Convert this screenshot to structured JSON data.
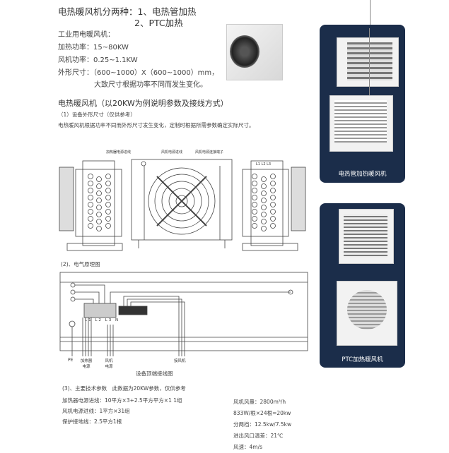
{
  "intro": {
    "title_line1": "电热暖风机分两种：1、电热管加热",
    "title_line2": "2、PTC加热",
    "industrial": "工业用电暖风机：",
    "heat_power": "加热功率：15~80KW",
    "fan_power": "风机功率：0.25~1.1KW",
    "size": "外形尺寸：（600~1000）X（600~1000）mm，",
    "size_note": "大致尺寸根据功率不同而发生变化。"
  },
  "section": {
    "title": "电热暖风机（以20KW为例说明参数及接线方式）",
    "sub1": "（1）设备外形尺寸（仅供参考）",
    "sub1_note": "电热暖风机根据功率不同而外形尺寸发生变化，定制时根据所需参数确定实际尺寸。",
    "label_heater_in": "加热器电源进线",
    "label_fan_in": "风机电源进线",
    "label_fan_terminal": "风机电源连接端子",
    "terminals_right": "L1 L2 L3",
    "sub2": "(2)、电气原理图"
  },
  "wiring": {
    "terminals": [
      "L1",
      "L2",
      "L3",
      "N"
    ],
    "pe": "PE",
    "heater_power": "加热器电源",
    "fan_power": "风机电源",
    "to_fan": "接风机",
    "caption": "设备顶端接线图"
  },
  "params": {
    "title": "(3)、主要技术参数　此数据为20KW参数，仅供参考",
    "left": [
      "加热器电源进线：10平方×3+2.5平方平方×1 1组",
      "风机电源进线：1平方×31组",
      "保护接地线：2.5平方1根"
    ],
    "right": [
      "风机风量：2800m³/h",
      "833W/根×24根=20kw",
      "分两档：12.5kw/7.5kw",
      "进出风口温差：21℃",
      "风速：4m/s"
    ]
  },
  "products": {
    "electric_tube": "电热管加热暖风机",
    "ptc": "PTC加热暖风机"
  },
  "colors": {
    "panel": "#1b2d4a"
  }
}
